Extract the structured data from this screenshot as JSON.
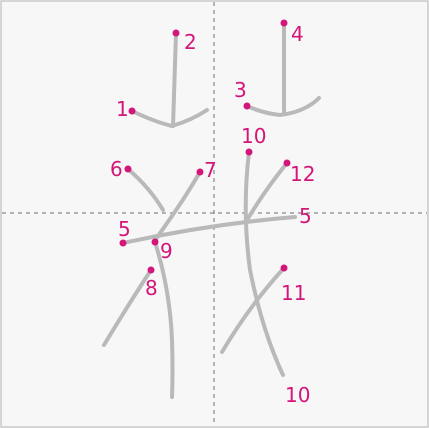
{
  "diagram": {
    "colors": {
      "background": "#f6f7f6",
      "frame": "#c9c9c9",
      "guide": "#6e6e6e",
      "stroke": "#b9b9b9",
      "accent": "#d4157a"
    },
    "labels": [
      "1",
      "2",
      "3",
      "4",
      "5",
      "5",
      "6",
      "7",
      "8",
      "9",
      "10",
      "10",
      "11",
      "12"
    ]
  }
}
